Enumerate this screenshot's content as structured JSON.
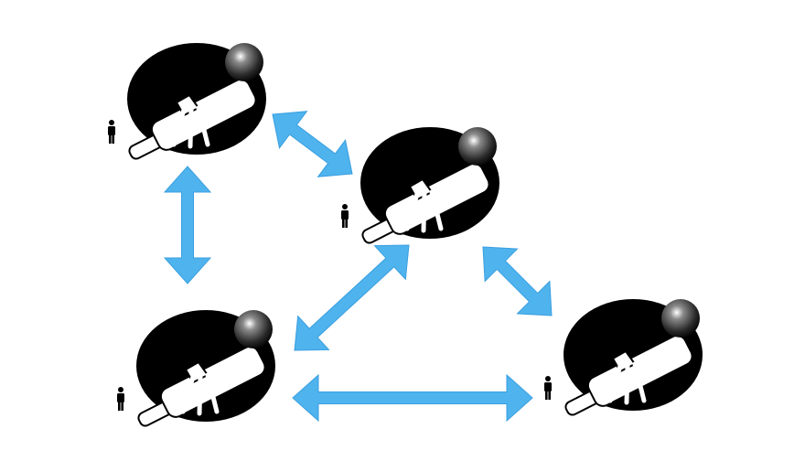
{
  "diagram": {
    "nodes": [
      {
        "id": "telescope-1",
        "icon": "telescope-icon",
        "observer_icon": "person-icon"
      },
      {
        "id": "telescope-2",
        "icon": "telescope-icon",
        "observer_icon": "person-icon"
      },
      {
        "id": "telescope-3",
        "icon": "telescope-icon",
        "observer_icon": "person-icon"
      },
      {
        "id": "telescope-4",
        "icon": "telescope-icon",
        "observer_icon": "person-icon"
      }
    ],
    "edges": [
      {
        "from": "telescope-1",
        "to": "telescope-2",
        "type": "bidirectional"
      },
      {
        "from": "telescope-1",
        "to": "telescope-3",
        "type": "bidirectional"
      },
      {
        "from": "telescope-2",
        "to": "telescope-3",
        "type": "bidirectional"
      },
      {
        "from": "telescope-2",
        "to": "telescope-4",
        "type": "bidirectional"
      },
      {
        "from": "telescope-3",
        "to": "telescope-4",
        "type": "bidirectional"
      }
    ],
    "colors": {
      "arrow": "#4fb3ee",
      "node_fill": "#000000",
      "telescope": "#ffffff",
      "lens": "#555555"
    }
  }
}
